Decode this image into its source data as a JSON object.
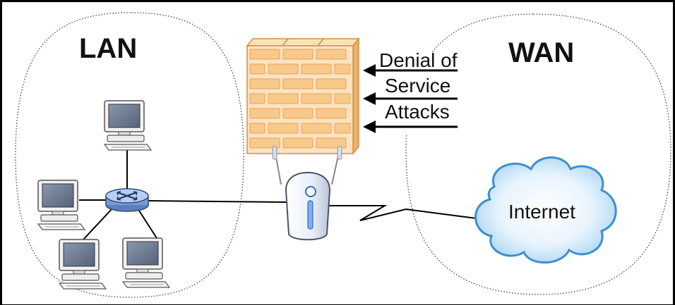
{
  "diagram": {
    "zones": {
      "lan_label": "LAN",
      "wan_label": "WAN"
    },
    "attack_label_lines": [
      "Denial of",
      "Service",
      "Attacks"
    ],
    "cloud_label": "Internet",
    "icons": [
      "computer-icon",
      "switch-icon",
      "firewall-wall-icon",
      "access-point-icon",
      "cloud-icon",
      "arrow-left-icon"
    ],
    "colors": {
      "wall_brick": "#f7c98a",
      "wall_brick_edge": "#d98f3c",
      "cloud_fill": "#c4e4f8",
      "cloud_edge": "#3e8fd0",
      "monitor_screen": "#6f7f96",
      "switch_fill": "#9ab7e3"
    }
  }
}
